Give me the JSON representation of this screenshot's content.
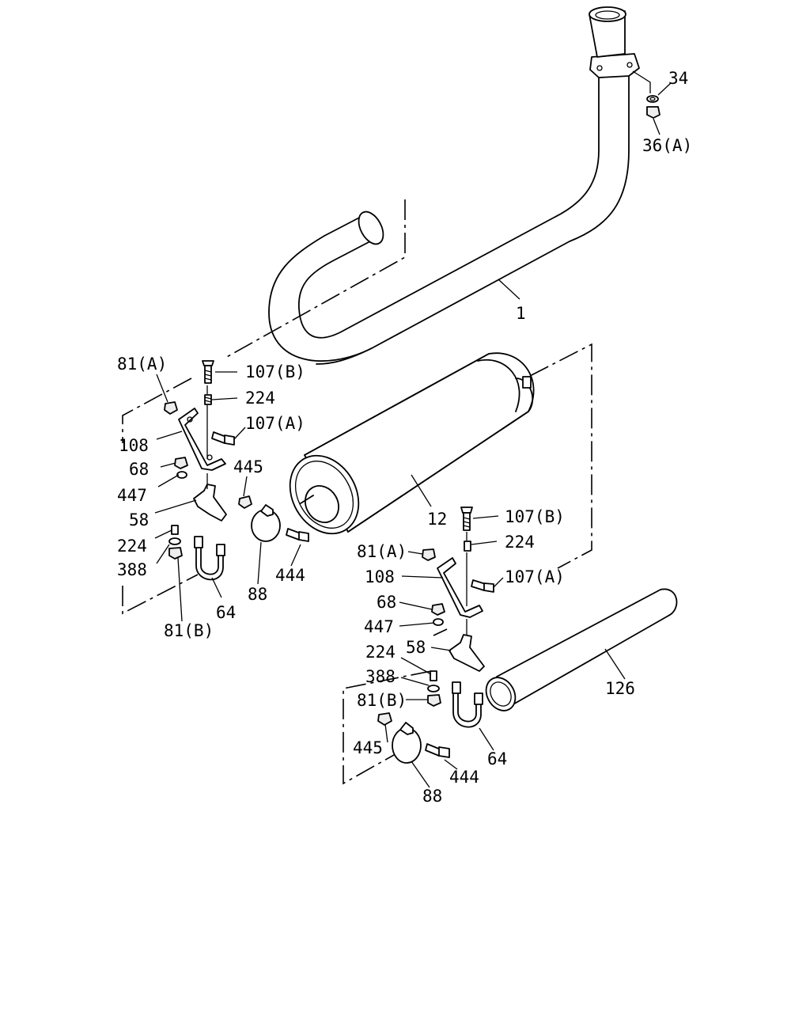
{
  "callouts": [
    {
      "id": "c-34",
      "text": "34"
    },
    {
      "id": "c-36a",
      "text": "36(A)"
    },
    {
      "id": "c-1",
      "text": "1"
    },
    {
      "id": "c-81a-l",
      "text": "81(A)"
    },
    {
      "id": "c-107b-l",
      "text": "107(B)"
    },
    {
      "id": "c-224-l1",
      "text": "224"
    },
    {
      "id": "c-107a-l",
      "text": "107(A)"
    },
    {
      "id": "c-108-l",
      "text": "108"
    },
    {
      "id": "c-68-l",
      "text": "68"
    },
    {
      "id": "c-447-l",
      "text": "447"
    },
    {
      "id": "c-58-l",
      "text": "58"
    },
    {
      "id": "c-224-l2",
      "text": "224"
    },
    {
      "id": "c-388-l",
      "text": "388"
    },
    {
      "id": "c-81b-l",
      "text": "81(B)"
    },
    {
      "id": "c-64-l",
      "text": "64"
    },
    {
      "id": "c-445-l",
      "text": "445"
    },
    {
      "id": "c-88-l",
      "text": "88"
    },
    {
      "id": "c-444-l",
      "text": "444"
    },
    {
      "id": "c-12",
      "text": "12"
    },
    {
      "id": "c-107b-r",
      "text": "107(B)"
    },
    {
      "id": "c-224-r1",
      "text": "224"
    },
    {
      "id": "c-81a-r",
      "text": "81(A)"
    },
    {
      "id": "c-108-r",
      "text": "108"
    },
    {
      "id": "c-107a-r",
      "text": "107(A)"
    },
    {
      "id": "c-68-r",
      "text": "68"
    },
    {
      "id": "c-447-r",
      "text": "447"
    },
    {
      "id": "c-58-r",
      "text": "58"
    },
    {
      "id": "c-224-r2",
      "text": "224"
    },
    {
      "id": "c-388-r",
      "text": "388"
    },
    {
      "id": "c-81b-r",
      "text": "81(B)"
    },
    {
      "id": "c-126",
      "text": "126"
    },
    {
      "id": "c-64-r",
      "text": "64"
    },
    {
      "id": "c-445-r",
      "text": "445"
    },
    {
      "id": "c-444-r",
      "text": "444"
    },
    {
      "id": "c-88-r",
      "text": "88"
    }
  ]
}
